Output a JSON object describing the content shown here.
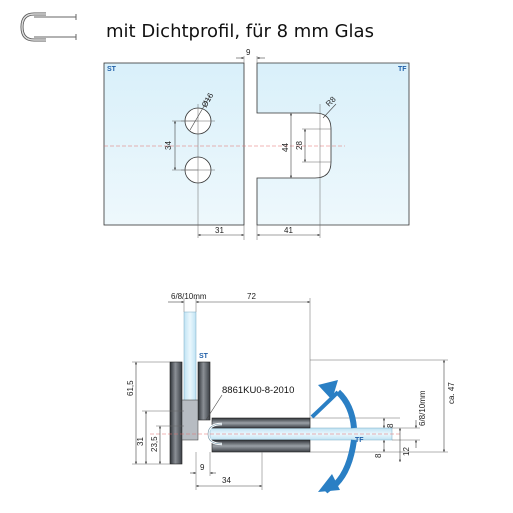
{
  "title": "mit  Dichtprofil, für 8 mm Glas",
  "colors": {
    "plate_fill": "#d7eef8",
    "metal_dark": "#4a4f55",
    "glass": "#cde9f6",
    "arrow": "#2a7fc4",
    "label_blue": "#1f5fa8",
    "centerline": "#e26a6a"
  },
  "icons": {
    "seal_profile": "seal-profile-icon",
    "rotation_up": "curved-arrow-up-icon",
    "rotation_down": "curved-arrow-down-icon"
  },
  "top_view": {
    "plate_st_label": "ST",
    "plate_tf_label": "TF",
    "gap_dim": "9",
    "hole_diameter": "Ø16",
    "hole_spacing": "34",
    "slot_radius": "R8",
    "slot_height": "28",
    "slot_outer": "44",
    "st_offset": "31",
    "tf_offset": "41"
  },
  "section_view": {
    "glass_thickness": "6/8/10mm",
    "top_width": "72",
    "st_label": "ST",
    "tf_label": "TF",
    "part_number": "8861KU0-8-2010",
    "left_dims": [
      "61,5",
      "31",
      "23,5"
    ],
    "bottom_dims": [
      "9",
      "34"
    ],
    "right_dims": [
      "8",
      "8",
      "6/8/10mm",
      "12",
      "ca. 47"
    ]
  }
}
